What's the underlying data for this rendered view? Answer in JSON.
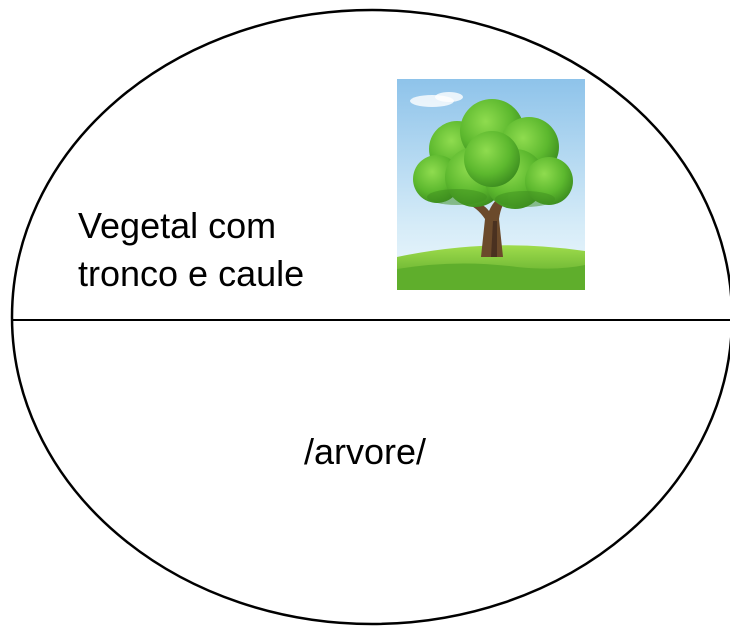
{
  "sign": {
    "concept_lines": [
      "Vegetal com",
      "tronco e caule"
    ],
    "form": "/arvore/"
  },
  "picture": {
    "icon": "oak-tree-icon",
    "colors": {
      "sky": "#a9d3ef",
      "foliage": "#5cb82e",
      "trunk": "#6b4a2b",
      "grass": "#7cc63a"
    }
  },
  "colors": {
    "outline": "#000000",
    "background": "#ffffff"
  }
}
